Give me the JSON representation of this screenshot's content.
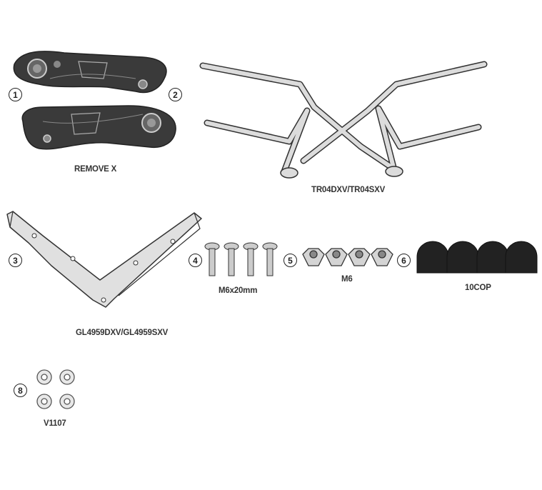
{
  "parts": [
    {
      "number": "1",
      "label": "REMOVE X"
    },
    {
      "number": "2",
      "label": ""
    },
    {
      "number": "",
      "label": "TR04DXV/TR04SXV"
    },
    {
      "number": "3",
      "label": "GL4959DXV/GL4959SXV"
    },
    {
      "number": "4",
      "label": "M6x20mm"
    },
    {
      "number": "5",
      "label": "M6"
    },
    {
      "number": "6",
      "label": "10COP"
    },
    {
      "number": "8",
      "label": "V1107"
    }
  ],
  "colors": {
    "dark_part": "#3a3a3a",
    "metal": "#d9d9d9",
    "outline": "#333333"
  }
}
